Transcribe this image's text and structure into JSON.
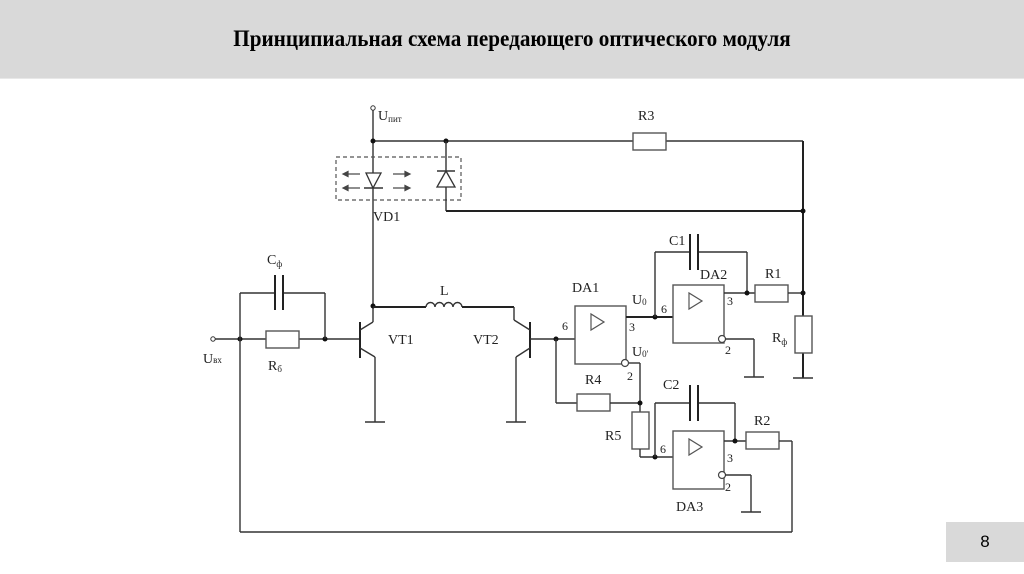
{
  "slide": {
    "title": "Принципиальная схема передающего оптического модуля",
    "page_number": "8",
    "colors": {
      "header_bg": "#d9d9d9",
      "wire": "#333333",
      "background": "#ffffff"
    }
  },
  "diagram": {
    "supply": {
      "label": "U",
      "sub": "пит"
    },
    "input": {
      "label": "U",
      "sub": "вх"
    },
    "components": {
      "R3": "R3",
      "VD1": "VD1",
      "C_f": {
        "label": "C",
        "sub": "ф"
      },
      "R_b": {
        "label": "R",
        "sub": "б"
      },
      "VT1": "VT1",
      "VT2": "VT2",
      "L": "L",
      "DA1": "DA1",
      "DA2": "DA2",
      "DA3": "DA3",
      "C1": "C1",
      "C2": "C2",
      "R1": "R1",
      "R2": "R2",
      "R4": "R4",
      "R5": "R5",
      "R_f": {
        "label": "R",
        "sub": "ф"
      }
    },
    "signals": {
      "U0": {
        "label": "U",
        "sub": "0"
      },
      "U0_prime": {
        "label": "U",
        "sub": "0'"
      }
    },
    "pins": {
      "da1_in": "6",
      "da1_out": "3",
      "da1_inv": "2",
      "da2_in": "6",
      "da2_out": "3",
      "da2_inv": "2",
      "da3_in": "6",
      "da3_out": "3",
      "da3_inv": "2"
    }
  }
}
